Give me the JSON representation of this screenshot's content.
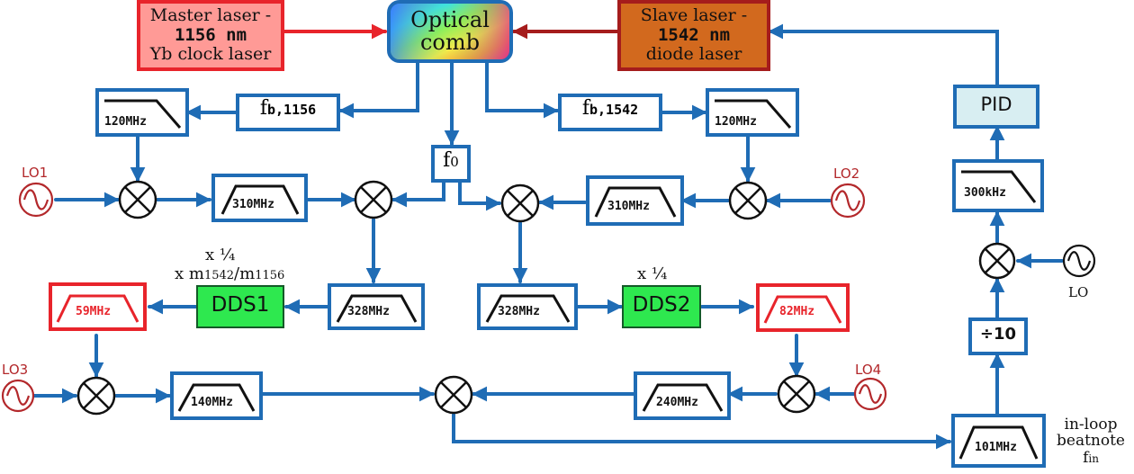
{
  "sources": {
    "master": {
      "line1": "Master laser -",
      "line2": "1156 nm",
      "line3": "Yb clock laser"
    },
    "slave": {
      "line1": "Slave laser -",
      "line2": "1542 nm",
      "line3": "diode laser"
    },
    "comb": {
      "line1": "Optical",
      "line2": "comb"
    }
  },
  "beats": {
    "fb1156_main": "f",
    "fb1156_sub": "b,1156",
    "fb1542_main": "f",
    "fb1542_sub": "b,1542",
    "f0_main": "f",
    "f0_sub": "0"
  },
  "filters": {
    "lp_120_left": "120MHz",
    "lp_120_right": "120MHz",
    "bp_310_left": "310MHz",
    "bp_310_right": "310MHz",
    "bp_328_left": "328MHz",
    "bp_328_right": "328MHz",
    "bp_59": "59MHz",
    "bp_82": "82MHz",
    "bp_140": "140MHz",
    "bp_240": "240MHz",
    "bp_101": "101MHz",
    "lp_300k": "300kHz"
  },
  "dds": {
    "dds1": "DDS1",
    "dds2": "DDS2"
  },
  "scaling": {
    "dds1_line1": "x  ¼",
    "dds1_line2_prefix": "x  m",
    "dds1_line2_sub1": "1542",
    "dds1_line2_mid": "/m",
    "dds1_line2_sub2": "1156",
    "dds2_line1": "x  ¼"
  },
  "oscillators": {
    "lo1": "LO1",
    "lo2": "LO2",
    "lo3": "LO3",
    "lo4": "LO4",
    "lo": "LO"
  },
  "control": {
    "pid": "PID",
    "divider": "÷10"
  },
  "beatnote": {
    "line1": "in-loop",
    "line2": "beatnote",
    "line3_main": "f",
    "line3_sub": "in"
  },
  "colors": {
    "blue": "#1f6cb5",
    "red_source": "#ff9a96",
    "orange_source": "#d2691e",
    "green_dds": "#2ee84f",
    "pid_fill": "#d8eef2",
    "red_text": "#b3282b"
  }
}
